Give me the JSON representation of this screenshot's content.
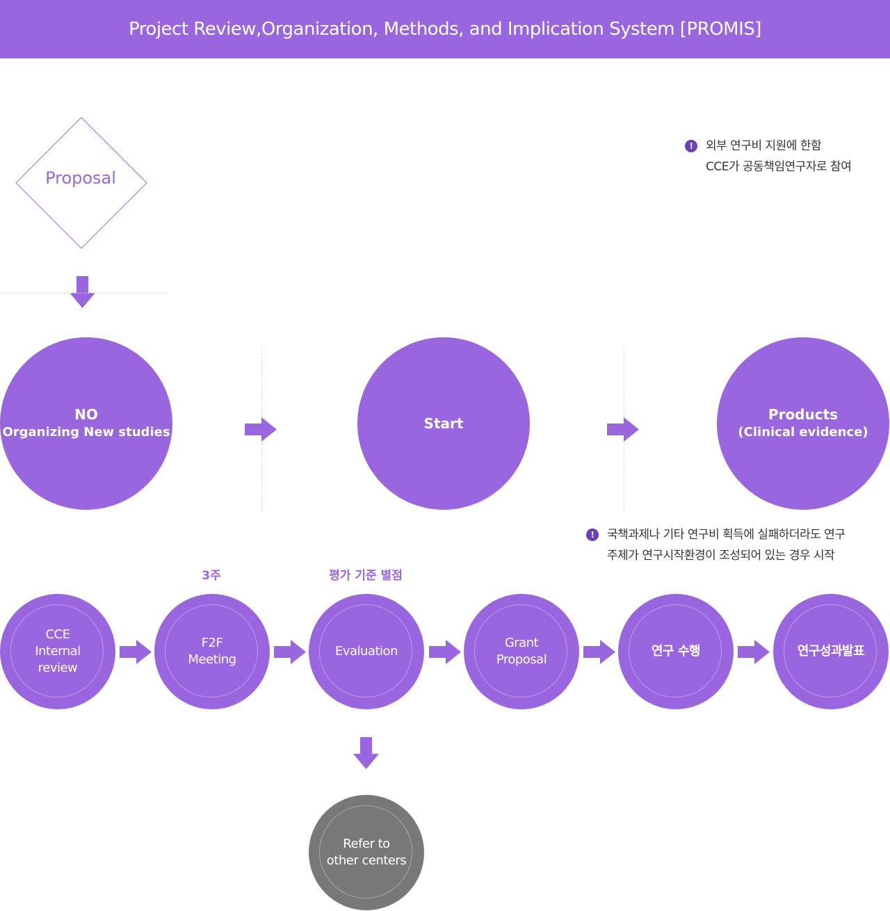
{
  "header": {
    "title": "Project Review,Organization, Methods, and Implication System  [PROMIS]"
  },
  "proposal": {
    "label": "Proposal"
  },
  "top_row": {
    "no": {
      "line1": "NO",
      "line2": "Organizing New studies"
    },
    "start": {
      "line1": "Start"
    },
    "products": {
      "line1": "Products",
      "line2": "(Clinical evidence)"
    }
  },
  "notes": {
    "top": {
      "icon": "exclamation-icon",
      "text": "외부 연구비 지원에 한함\nCCE가 공동책임연구자로 참여"
    },
    "middle": {
      "icon": "exclamation-icon",
      "text": "국책과제나 기타 연구비 획득에 실패하더라도 연구\n주제가 연구시작환경이 조성되어 있는 경우 시작"
    }
  },
  "captions": {
    "f2f": "3주",
    "evaluation": "평가 기준 별점"
  },
  "process": [
    {
      "label": "CCE\nInternal\nreview"
    },
    {
      "label": "F2F\nMeeting"
    },
    {
      "label": "Evaluation"
    },
    {
      "label": "Grant\nProposal"
    },
    {
      "label": "연구 수행"
    },
    {
      "label": "연구성과발표"
    }
  ],
  "refer": {
    "label": "Refer to\nother centers"
  },
  "colors": {
    "accent": "#9a66e0",
    "gray": "#787878",
    "icon": "#6a3fb8"
  }
}
